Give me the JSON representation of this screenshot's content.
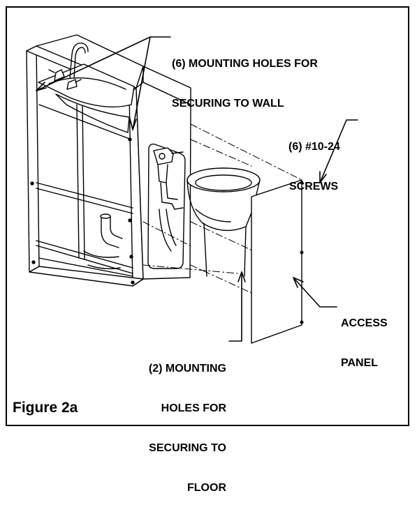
{
  "figure": {
    "title": "Figure 2a"
  },
  "callouts": {
    "wall_holes": [
      "(6) MOUNTING HOLES FOR",
      "SECURING TO WALL"
    ],
    "screws": [
      "(6) #10-24",
      "SCREWS"
    ],
    "access_panel": [
      "ACCESS",
      "PANEL"
    ],
    "floor_holes": [
      "(2) MOUNTING",
      "HOLES FOR",
      "SECURING TO",
      "FLOOR"
    ]
  }
}
